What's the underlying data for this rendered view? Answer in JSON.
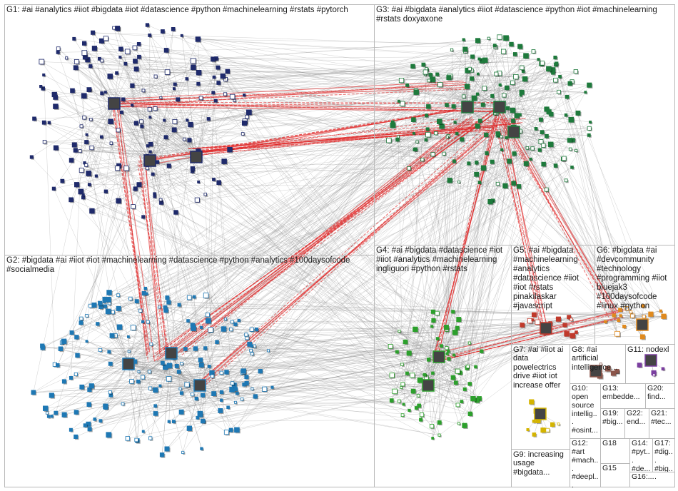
{
  "groups": [
    {
      "id": "G1",
      "label": "G1: #ai #analytics #iiot #bigdata #iot #datascience #python #machinelearning #rstats #pytorch",
      "color": "#1f2a6b"
    },
    {
      "id": "G3",
      "label": "G3: #ai #bigdata #analytics #iiot #datascience #python #iot #machinelearning #rstats doxyaxone",
      "color": "#1e7a3c"
    },
    {
      "id": "G2",
      "label": "G2: #bigdata #ai #iiot #iot #machinelearning #datascience #python #analytics #100daysofcode #socialmedia",
      "color": "#1e78b4"
    },
    {
      "id": "G4",
      "label": "G4: #ai #bigdata #datascience #iot #iiot #analytics #machinelearning ingliguori #python #rstats",
      "color": "#2ca02c"
    },
    {
      "id": "G5",
      "label": "G5: #ai #bigdata #machinelearning #analytics #datascience #iiot #iot #rstats pinakilaskar #javascript",
      "color": "#c0392b"
    },
    {
      "id": "G6",
      "label": "G6: #bigdata #ai #devcommunity #technology #programming #iiot bluejak3 #100daysofcode #linux #python",
      "color": "#e08a1e"
    },
    {
      "id": "G7",
      "label": "G7: #ai #iiot ai data powelectrics drive #iiot iot increase offer",
      "color": "#d4b400"
    },
    {
      "id": "G8",
      "label": "G8: #ai artificial intelligence...",
      "color": "#8c564b"
    },
    {
      "id": "G11",
      "label": "G11: nodexl",
      "color": "#7b3fa0"
    },
    {
      "id": "G10",
      "label": "G10: open source intellig... #osint...",
      "color": "#17becf"
    },
    {
      "id": "G13",
      "label": "G13: embedde...",
      "color": "#999999"
    },
    {
      "id": "G20",
      "label": "G20: find...",
      "color": "#777777"
    },
    {
      "id": "G19",
      "label": "G19: #big...",
      "color": "#555555"
    },
    {
      "id": "G22",
      "label": "G22: end...",
      "color": "#888888"
    },
    {
      "id": "G21",
      "label": "G21: #tec...",
      "color": "#666666"
    },
    {
      "id": "G12",
      "label": "G12: #art #mach... #deepl...",
      "color": "#bcbd22"
    },
    {
      "id": "G18",
      "label": "G18",
      "color": "#444444"
    },
    {
      "id": "G14",
      "label": "G14: #pyt... #de...",
      "color": "#aa7744"
    },
    {
      "id": "G17",
      "label": "G17: #dig... #big...",
      "color": "#774411"
    },
    {
      "id": "G9",
      "label": "G9: increasing usage #bigdata...",
      "color": "#7f7f7f"
    },
    {
      "id": "G15",
      "label": "G15",
      "color": "#333333"
    },
    {
      "id": "G16",
      "label": "G16:...",
      "color": "#222222"
    }
  ]
}
